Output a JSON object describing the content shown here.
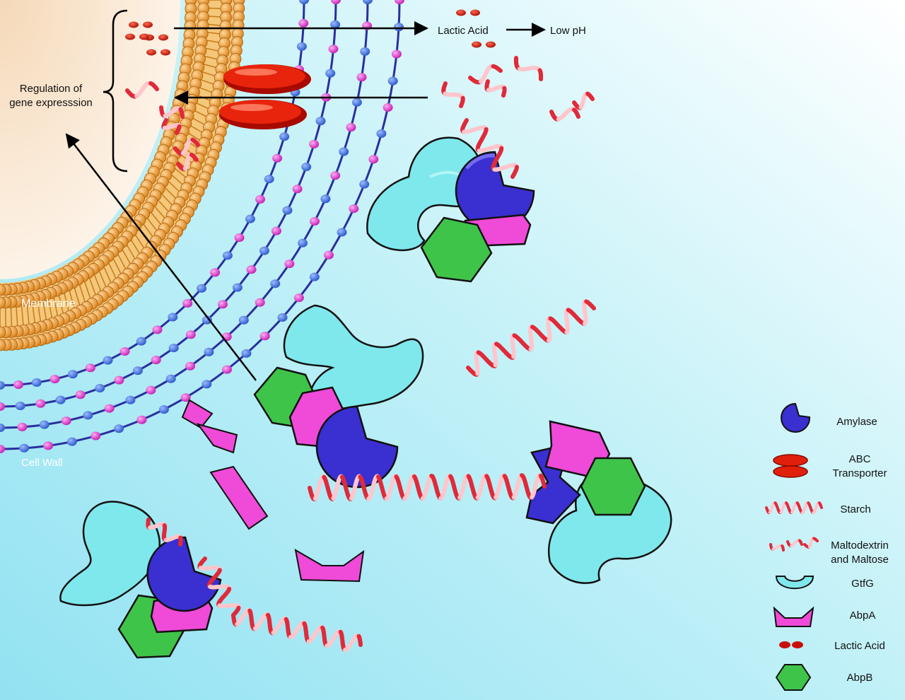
{
  "labels": {
    "lactic_acid": "Lactic Acid",
    "low_ph": "Low pH",
    "regulation_line1": "Regulation of",
    "regulation_line2": "gene expresssion",
    "membrane": "Membrane",
    "cell_wall": "Cell Wall"
  },
  "legend": [
    {
      "icon": "amylase-icon",
      "lines": [
        "Amylase"
      ]
    },
    {
      "icon": "abc-transporter-icon",
      "lines": [
        "ABC",
        "Transporter"
      ]
    },
    {
      "icon": "starch-icon",
      "lines": [
        "Starch"
      ]
    },
    {
      "icon": "maltodextrin-icon",
      "lines": [
        "Maltodextrin",
        "and Maltose"
      ]
    },
    {
      "icon": "gtfg-icon",
      "lines": [
        "GtfG"
      ]
    },
    {
      "icon": "abpa-icon",
      "lines": [
        "AbpA"
      ]
    },
    {
      "icon": "lactic-acid-icon",
      "lines": [
        "Lactic Acid"
      ]
    },
    {
      "icon": "abpb-icon",
      "lines": [
        "AbpB"
      ]
    }
  ],
  "colors": {
    "amylase": "#3a2fd0",
    "abc_transporter": "#e0200c",
    "starch": "#e0303a",
    "gtfg": "#7fe8ec",
    "abpa": "#f04ad8",
    "abpb": "#3fc44a",
    "membrane": "#f0a23a",
    "cell_wall_chain": "#2a2f9e",
    "cell_wall_blue_bead": "#4a7ae8",
    "cell_wall_pink_bead": "#e04ad0",
    "background": "#aeeaf5"
  }
}
